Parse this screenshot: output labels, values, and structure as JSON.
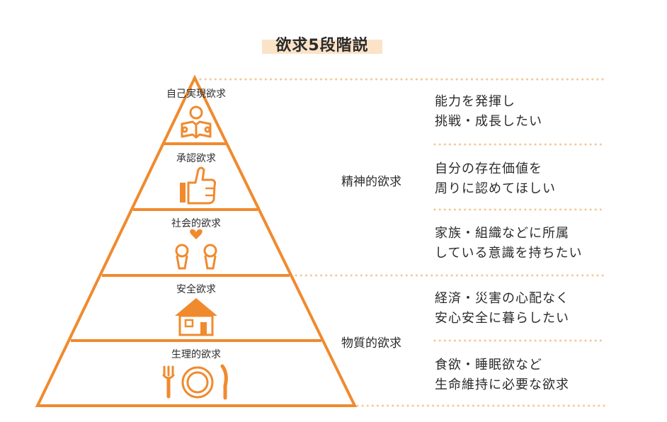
{
  "title": "欲求5段階説",
  "levels": [
    {
      "name": "自己実現欲求",
      "icon": "reading-book-icon",
      "desc": [
        "能力を発揮し",
        "挑戦・成長したい"
      ]
    },
    {
      "name": "承認欲求",
      "icon": "thumbs-up-icon",
      "desc": [
        "自分の存在価値を",
        "周りに認めてほしい"
      ]
    },
    {
      "name": "社会的欲求",
      "icon": "people-heart-icon",
      "desc": [
        "家族・組織などに所属",
        "している意識を持ちたい"
      ]
    },
    {
      "name": "安全欲求",
      "icon": "house-icon",
      "desc": [
        "経済・災害の心配なく",
        "安心安全に暮らしたい"
      ]
    },
    {
      "name": "生理的欲求",
      "icon": "fork-plate-knife-icon",
      "desc": [
        "食欲・睡眠欲など",
        "生命維持に必要な欲求"
      ]
    }
  ],
  "groups": {
    "mental": "精神的欲求",
    "physical": "物質的欲求"
  },
  "colors": {
    "accent": "#f08a2e",
    "dots": "#f5c89a",
    "highlight": "#fbe3c8"
  }
}
